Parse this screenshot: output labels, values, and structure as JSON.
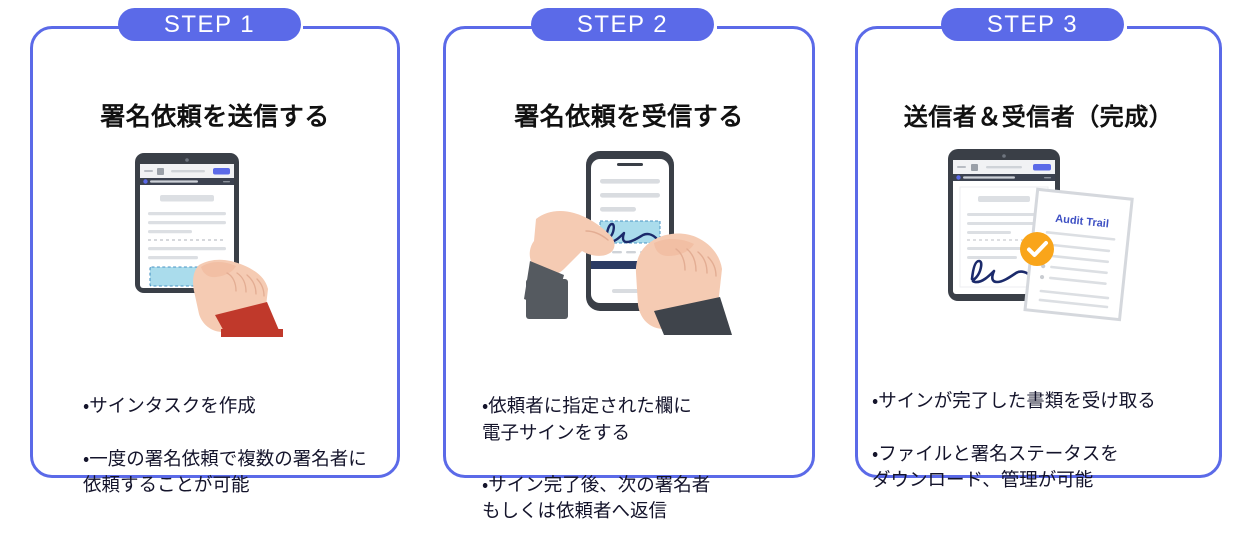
{
  "theme": {
    "accent": "#5b6ae8",
    "badge_bg": "#5b6ae8",
    "badge_text": "#ffffff",
    "panel_border": "#5b6ae8",
    "background": "#ffffff",
    "heading_color": "#111111",
    "body_color": "#14142b",
    "check_orange": "#f9a51a",
    "skin": "#f5cbb3",
    "cuff_red": "#c0392b",
    "cuff_gray": "#555a60",
    "device_dark": "#3a3f47",
    "signature_navy": "#1b2a6b",
    "highlight_blue": "#aadcec"
  },
  "steps": [
    {
      "badge": "STEP 1",
      "heading": "署名依頼を送信する",
      "bullets": [
        "・サインタスクを作成",
        "・一度の署名依頼で複数の署名者に\n  依頼することが可能"
      ],
      "illustration": "tablet-with-pointing-hand"
    },
    {
      "badge": "STEP 2",
      "heading": "署名依頼を受信する",
      "bullets": [
        "・依頼者に指定された欄に\n  電子サインをする",
        "・サイン完了後、次の署名者\n  もしくは依頼者へ返信"
      ],
      "illustration": "hands-signing-on-phone"
    },
    {
      "badge": "STEP 3",
      "heading": "送信者＆受信者（完成）",
      "bullets": [
        "・サインが完了した書類を受け取る",
        "・ファイルと署名ステータスを\n  ダウンロード、管理が可能"
      ],
      "illustration": "tablet-with-audit-trail-document",
      "document_label": "Audit Trail"
    }
  ]
}
